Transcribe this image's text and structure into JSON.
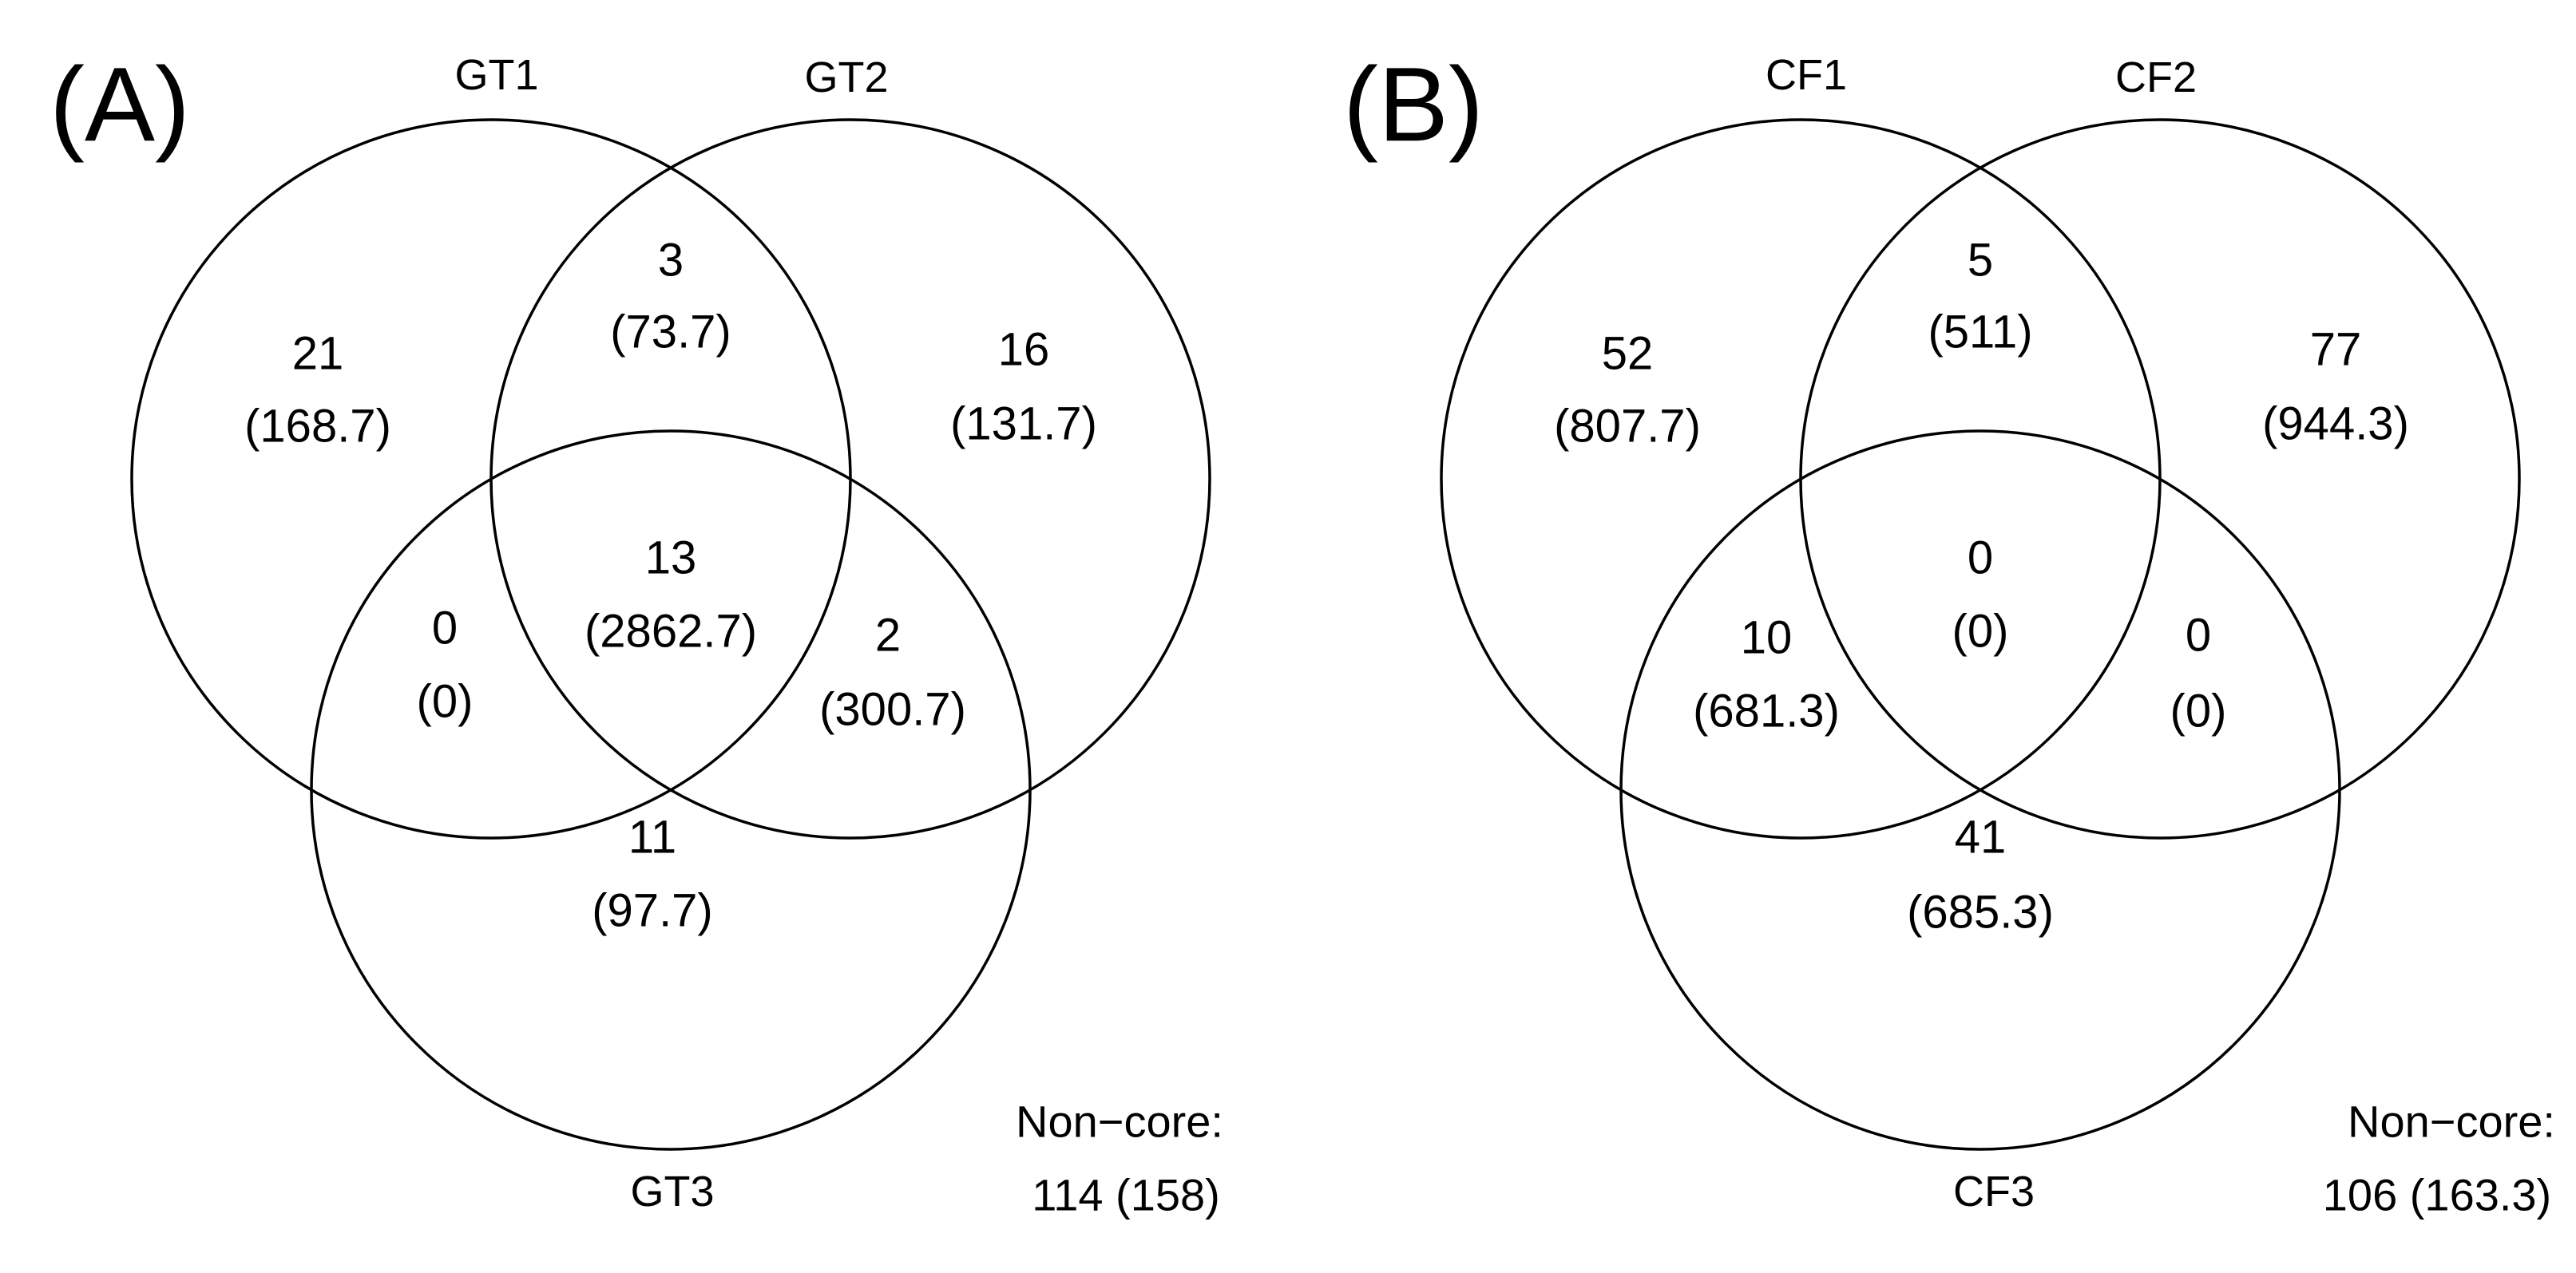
{
  "figure_title": "Three-set Venn diagrams of core/non-core items for GT and CF sample groups",
  "colors": {
    "background": "#ffffff",
    "stroke": "#000000",
    "text": "#000000"
  },
  "chart_data": [
    {
      "type": "venn",
      "title": "(A)",
      "sets": [
        "GT1",
        "GT2",
        "GT3"
      ],
      "legend_position": "none",
      "grid": false,
      "regions": {
        "GT1_only": {
          "count": 21,
          "weighted": 168.7
        },
        "GT1_GT2": {
          "count": 3,
          "weighted": 73.7
        },
        "GT2_only": {
          "count": 16,
          "weighted": 131.7
        },
        "GT1_GT2_GT3": {
          "count": 13,
          "weighted": 2862.7
        },
        "GT1_GT3": {
          "count": 0,
          "weighted": 0
        },
        "GT2_GT3": {
          "count": 2,
          "weighted": 300.7
        },
        "GT3_only": {
          "count": 11,
          "weighted": 97.7
        }
      },
      "non_core": {
        "count": 114,
        "weighted": 158
      }
    },
    {
      "type": "venn",
      "title": "(B)",
      "sets": [
        "CF1",
        "CF2",
        "CF3"
      ],
      "legend_position": "none",
      "grid": false,
      "regions": {
        "CF1_only": {
          "count": 52,
          "weighted": 807.7
        },
        "CF1_CF2": {
          "count": 5,
          "weighted": 511
        },
        "CF2_only": {
          "count": 77,
          "weighted": 944.3
        },
        "CF1_CF2_CF3": {
          "count": 0,
          "weighted": 0
        },
        "CF1_CF3": {
          "count": 10,
          "weighted": 681.3
        },
        "CF2_CF3": {
          "count": 0,
          "weighted": 0
        },
        "CF3_only": {
          "count": 41,
          "weighted": 685.3
        }
      },
      "non_core": {
        "count": 106,
        "weighted": 163.3
      }
    }
  ],
  "panels": [
    {
      "tag": "(A)",
      "set1": "GT1",
      "set2": "GT2",
      "set3": "GT3",
      "r1": "21",
      "r1w": "(168.7)",
      "r12": "3",
      "r12w": "(73.7)",
      "r2": "16",
      "r2w": "(131.7)",
      "r123": "13",
      "r123w": "(2862.7)",
      "r13": "0",
      "r13w": "(0)",
      "r23": "2",
      "r23w": "(300.7)",
      "r3": "11",
      "r3w": "(97.7)",
      "noncore_label": "Non−core:",
      "noncore_value": "114 (158)"
    },
    {
      "tag": "(B)",
      "set1": "CF1",
      "set2": "CF2",
      "set3": "CF3",
      "r1": "52",
      "r1w": "(807.7)",
      "r12": "5",
      "r12w": "(511)",
      "r2": "77",
      "r2w": "(944.3)",
      "r123": "0",
      "r123w": "(0)",
      "r13": "10",
      "r13w": "(681.3)",
      "r23": "0",
      "r23w": "(0)",
      "r3": "41",
      "r3w": "(685.3)",
      "noncore_label": "Non−core:",
      "noncore_value": "106 (163.3)"
    }
  ]
}
